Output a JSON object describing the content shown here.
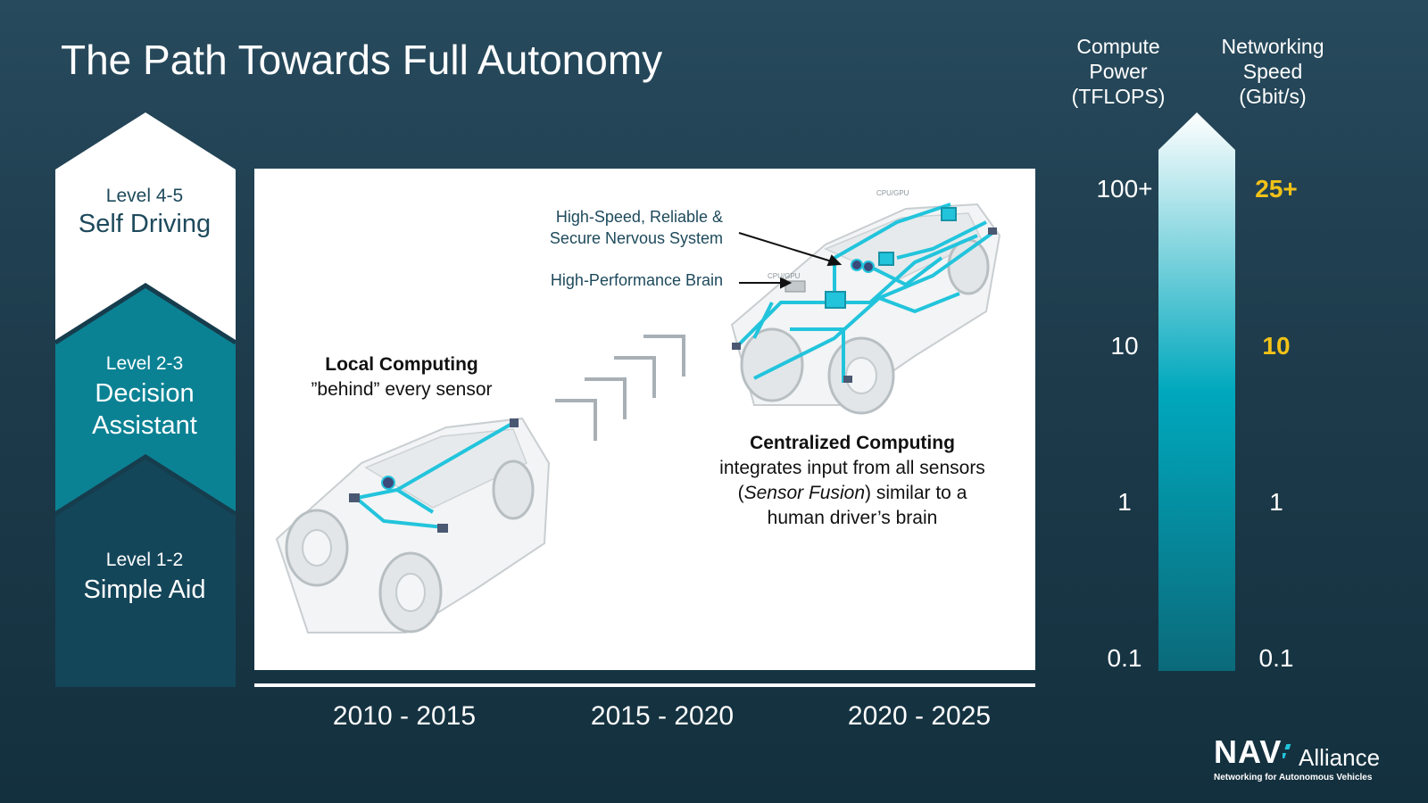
{
  "title": "The Path Towards Full Autonomy",
  "levels": [
    {
      "level": "Level 4-5",
      "name": "Self Driving"
    },
    {
      "level": "Level 2-3",
      "name_line1": "Decision",
      "name_line2": "Assistant"
    },
    {
      "level": "Level 1-2",
      "name": "Simple Aid"
    }
  ],
  "annotations": {
    "nervous_line1": "High-Speed, Reliable &",
    "nervous_line2": "Secure Nervous System",
    "brain": "High-Performance Brain",
    "chip_label_1": "CPU/GPU",
    "chip_label_2": "CPU/GPU"
  },
  "local": {
    "heading": "Local Computing",
    "subtext": "”behind” every sensor"
  },
  "central": {
    "heading": "Centralized Computing",
    "line1": "integrates input from all sensors",
    "line2_open": "(",
    "line2_italic": "Sensor Fusion",
    "line2_rest": ") similar to a",
    "line3": "human driver’s brain"
  },
  "eras": [
    "2010 - 2015",
    "2015 - 2020",
    "2020 - 2025"
  ],
  "scale": {
    "compute_header": [
      "Compute",
      "Power",
      "(TFLOPS)"
    ],
    "network_header": [
      "Networking",
      "Speed",
      "(Gbit/s)"
    ],
    "compute_values": [
      "100+",
      "10",
      "1",
      "0.1"
    ],
    "network_values": [
      "25+",
      "10",
      "1",
      "0.1"
    ],
    "highlight_color": "#f2c218"
  },
  "colors": {
    "level_top": "#ffffff",
    "level_mid": "#0b8294",
    "level_bottom": "#14465a",
    "wire": "#22c4dc",
    "gauge_mid": "#00a8bd"
  },
  "logo": {
    "nav": "NAV",
    "alliance": "Alliance",
    "tagline": "Networking for Autonomous Vehicles"
  }
}
